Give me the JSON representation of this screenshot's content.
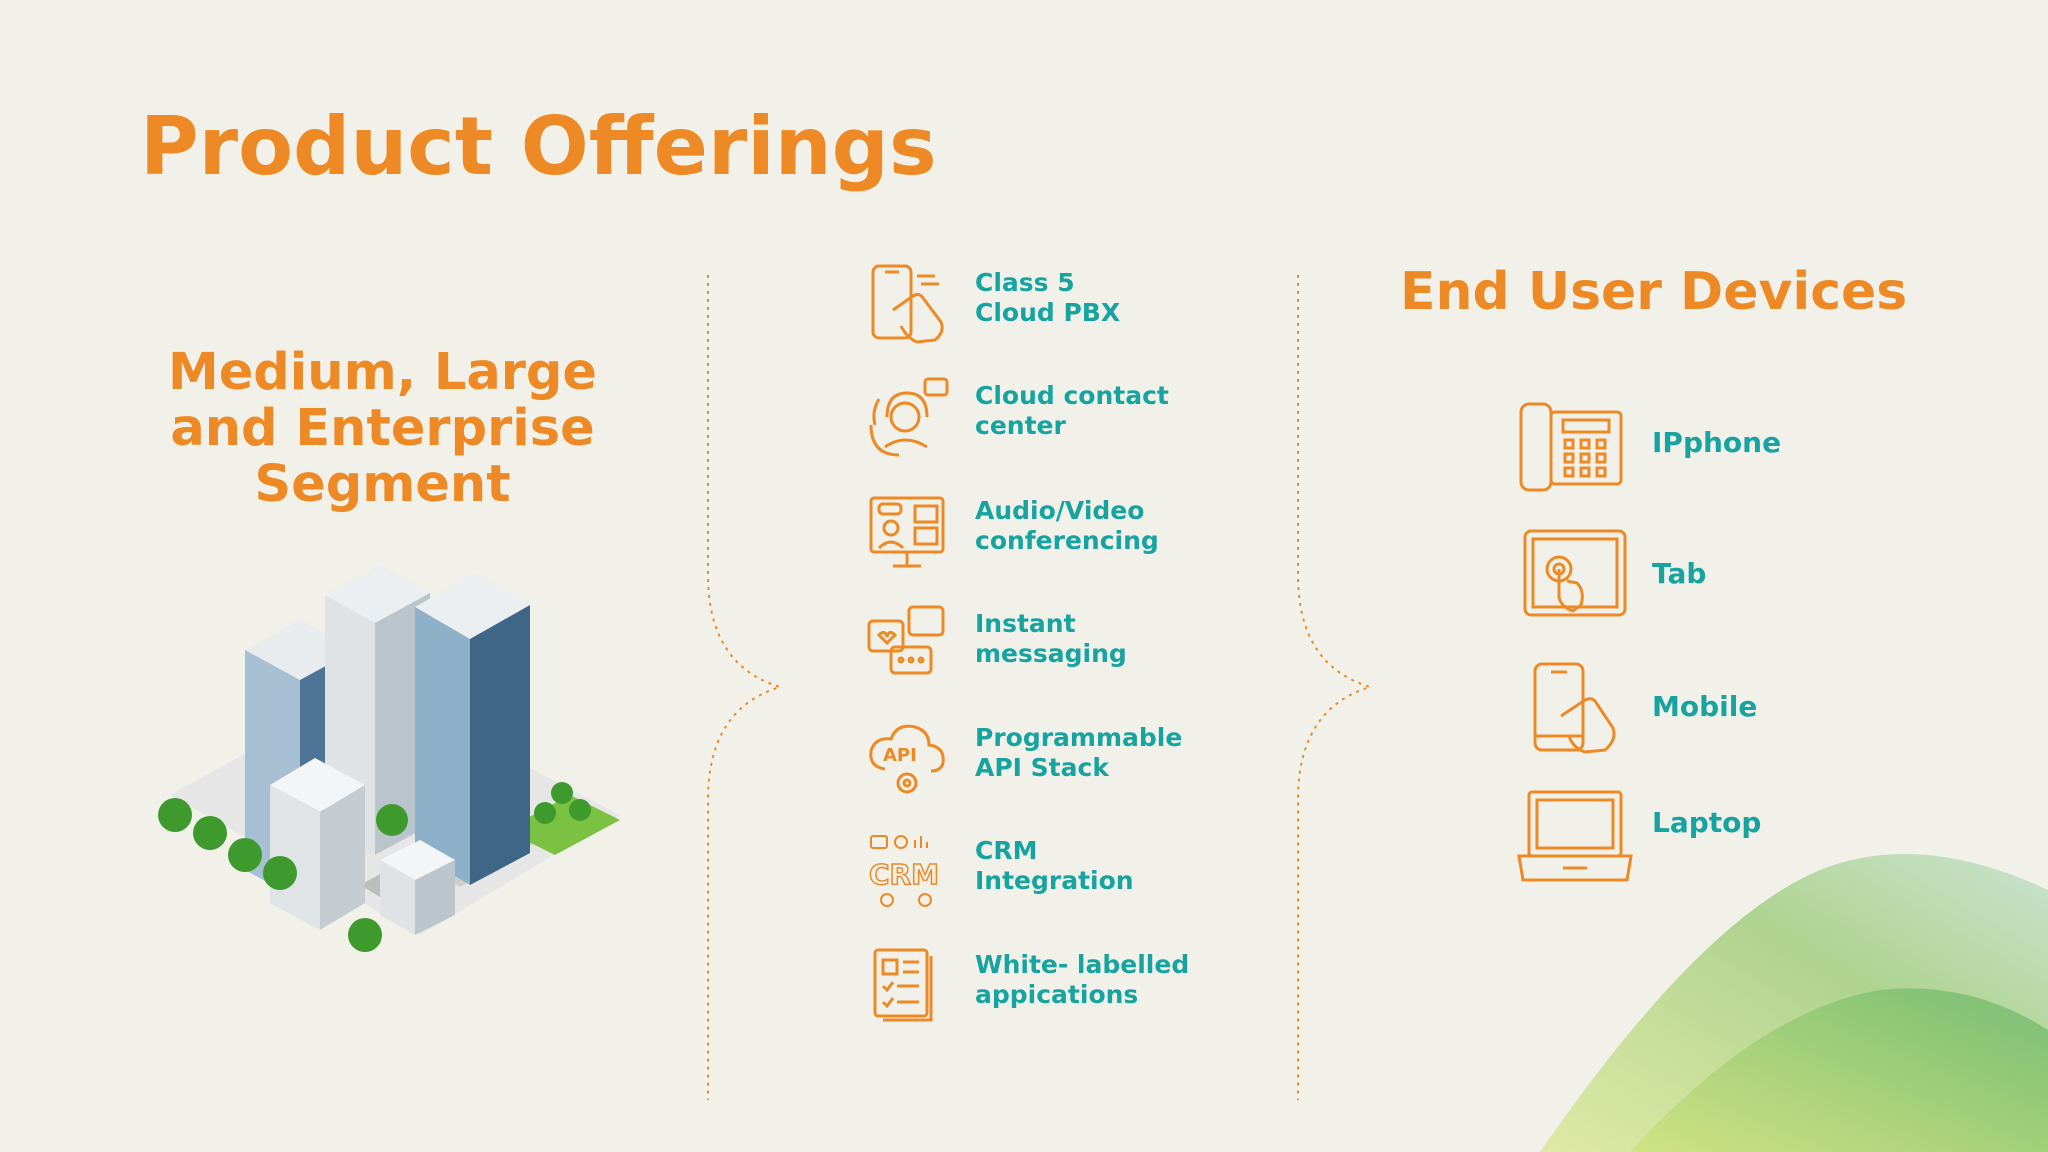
{
  "title": "Product Offerings",
  "segment": {
    "lines": [
      "Medium, Large",
      "and Enterprise",
      "Segment"
    ]
  },
  "offerings": [
    {
      "icon": "phone-touch-icon",
      "lines": [
        "Class 5",
        "Cloud PBX"
      ]
    },
    {
      "icon": "headset-agent-icon",
      "lines": [
        "Cloud contact",
        "center"
      ]
    },
    {
      "icon": "video-conference-icon",
      "lines": [
        "Audio/Video",
        "conferencing"
      ]
    },
    {
      "icon": "chat-bubbles-icon",
      "lines": [
        "Instant",
        "messaging"
      ]
    },
    {
      "icon": "api-gear-icon",
      "lines": [
        "Programmable",
        "API Stack"
      ]
    },
    {
      "icon": "crm-icon",
      "lines": [
        "CRM",
        "Integration"
      ]
    },
    {
      "icon": "document-list-icon",
      "lines": [
        "White- labelled",
        "appications"
      ]
    }
  ],
  "devices": {
    "title": "End User Devices",
    "items": [
      {
        "icon": "ip-phone-icon",
        "label": "IPphone"
      },
      {
        "icon": "tablet-icon",
        "label": "Tab"
      },
      {
        "icon": "mobile-icon",
        "label": "Mobile"
      },
      {
        "icon": "laptop-icon",
        "label": "Laptop"
      }
    ]
  },
  "colors": {
    "accent_orange": "#ee8a25",
    "accent_teal": "#17a3a0",
    "background": "#f1f1ea",
    "wave_green": "#8fc56a"
  }
}
